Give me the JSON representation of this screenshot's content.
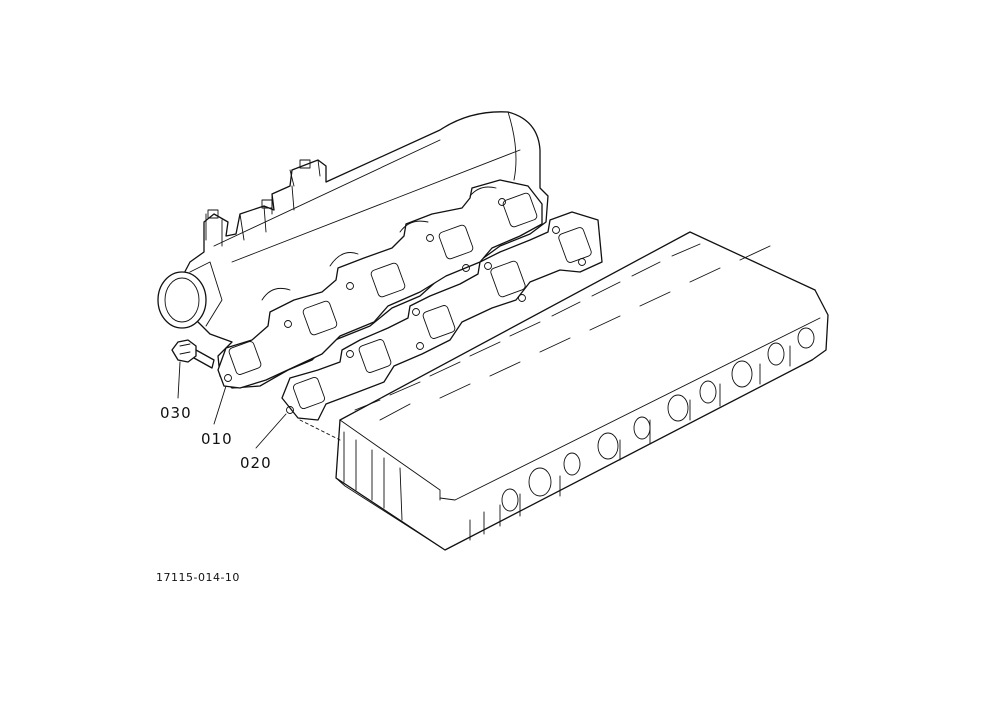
{
  "callouts": [
    {
      "id": "030",
      "label": "030"
    },
    {
      "id": "010",
      "label": "010"
    },
    {
      "id": "020",
      "label": "020"
    }
  ],
  "drawing_number": "17115-014-10"
}
